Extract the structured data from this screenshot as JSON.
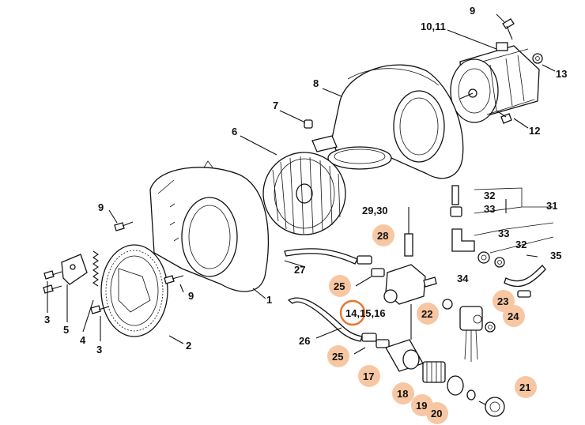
{
  "callouts": {
    "c9a": "9",
    "c10_11": "10,11",
    "c13": "13",
    "c12": "12",
    "c8": "8",
    "c7": "7",
    "c6": "6",
    "c9b": "9",
    "c1": "1",
    "c2": "2",
    "c9c": "9",
    "c3a": "3",
    "c5": "5",
    "c4": "4",
    "c3b": "3",
    "c29_30": "29,30",
    "c28": "28",
    "c27": "27",
    "c25a": "25",
    "c14_16": "14,15,16",
    "c22": "22",
    "c26": "26",
    "c25b": "25",
    "c17": "17",
    "c18": "18",
    "c19": "19",
    "c20": "20",
    "c21": "21",
    "c23": "23",
    "c24": "24",
    "c32a": "32",
    "c33a": "33",
    "c31": "31",
    "c33b": "33",
    "c32b": "32",
    "c35": "35",
    "c34": "34"
  },
  "colors": {
    "highlight_fill": "#f7c7a3",
    "selected_ring": "#e8742c",
    "line": "#111111",
    "background": "#ffffff"
  }
}
